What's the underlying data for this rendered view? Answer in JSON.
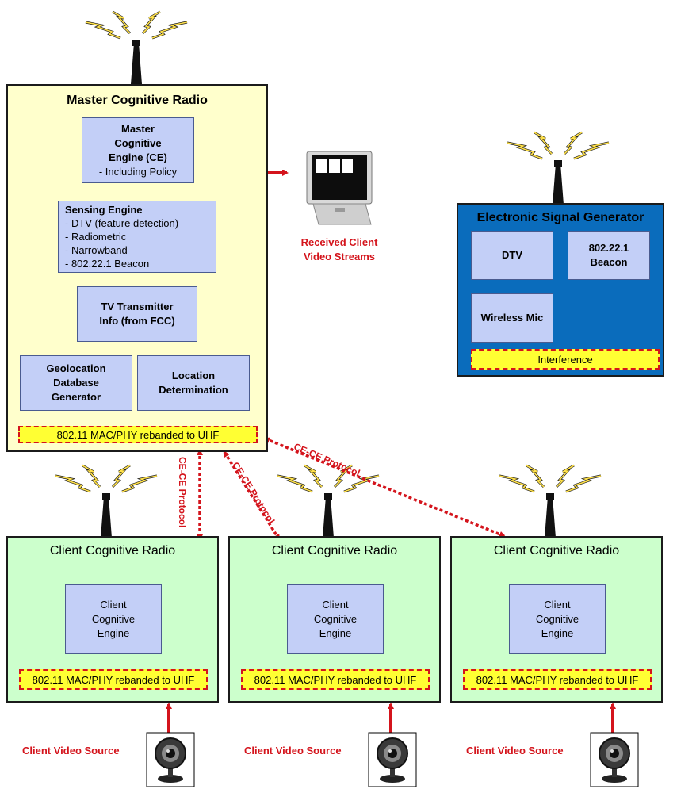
{
  "master": {
    "title": "Master Cognitive Radio",
    "engine": {
      "title_lines": [
        "Master",
        "Cognitive",
        "Engine (CE)"
      ],
      "detail": "- Including Policy"
    },
    "sensing": {
      "title": "Sensing Engine",
      "items": [
        "- DTV (feature detection)",
        "- Radiometric",
        "- Narrowband",
        "- 802.22.1 Beacon"
      ]
    },
    "tv_info": {
      "lines": [
        "TV Transmitter",
        "Info (from FCC)"
      ]
    },
    "geolocation": {
      "lines": [
        "Geolocation",
        "Database",
        "Generator"
      ]
    },
    "location": {
      "lines": [
        "Location",
        "Determination"
      ]
    },
    "mac": "802.11 MAC/PHY rebanded to UHF"
  },
  "monitor_label": [
    "Received Client",
    "Video Streams"
  ],
  "generator": {
    "title": "Electronic Signal Generator",
    "dtv": "DTV",
    "beacon": [
      "802.22.1",
      "Beacon"
    ],
    "mic": "Wireless Mic",
    "interference": "Interference"
  },
  "clients": [
    {
      "title": "Client Cognitive Radio",
      "engine": [
        "Client",
        "Cognitive",
        "Engine"
      ],
      "mac": "802.11 MAC/PHY rebanded to UHF",
      "source": "Client Video Source"
    },
    {
      "title": "Client Cognitive Radio",
      "engine": [
        "Client",
        "Cognitive",
        "Engine"
      ],
      "mac": "802.11 MAC/PHY rebanded to UHF",
      "source": "Client Video Source"
    },
    {
      "title": "Client Cognitive Radio",
      "engine": [
        "Client",
        "Cognitive",
        "Engine"
      ],
      "mac": "802.11 MAC/PHY rebanded to UHF",
      "source": "Client Video Source"
    }
  ],
  "protocol_label": "CE-CE Protocol",
  "colors": {
    "master_bg": "#ffffcc",
    "client_bg": "#ccffcc",
    "generator_bg": "#0a6cbc",
    "block_bg": "#c3cff7",
    "accent_red": "#d4141c",
    "mac_bg": "#ffff33"
  }
}
